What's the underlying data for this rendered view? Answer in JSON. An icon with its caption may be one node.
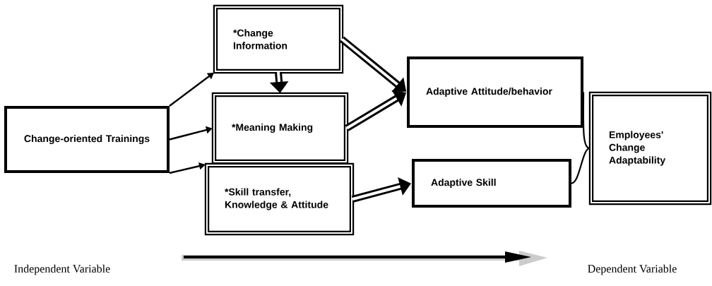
{
  "diagram": {
    "nodes": [
      {
        "text": [
          "Change-oriented Trainings"
        ]
      },
      {
        "text": [
          "*Change Information"
        ]
      },
      {
        "text": [
          "*Meaning Making"
        ]
      },
      {
        "text": [
          "*Skill transfer, Knowledge & Attitude"
        ]
      },
      {
        "text": [
          "Adaptive Attitude/behavior"
        ]
      },
      {
        "text": [
          "Adaptive Skill"
        ]
      },
      {
        "text": [
          "Employees' Change Adaptability"
        ]
      }
    ],
    "edges": [
      {
        "from": 0,
        "to": 1,
        "arrow": "to"
      },
      {
        "from": 0,
        "to": 2,
        "arrow": "to"
      },
      {
        "from": 0,
        "to": 3,
        "arrow": "to"
      },
      {
        "from": 1,
        "to": 2,
        "arrow": "to",
        "style": "thick"
      },
      {
        "from": 1,
        "to": 4,
        "arrow": "to",
        "style": "thick"
      },
      {
        "from": 2,
        "to": 4,
        "arrow": "to",
        "style": "thick"
      },
      {
        "from": 3,
        "to": 5,
        "arrow": "to",
        "style": "thick"
      },
      {
        "from": 4,
        "to": 6,
        "arrow": "none"
      },
      {
        "from": 5,
        "to": 6,
        "arrow": "none"
      }
    ],
    "labels": [
      "Independent Variable",
      "Dependent Variable"
    ]
  }
}
